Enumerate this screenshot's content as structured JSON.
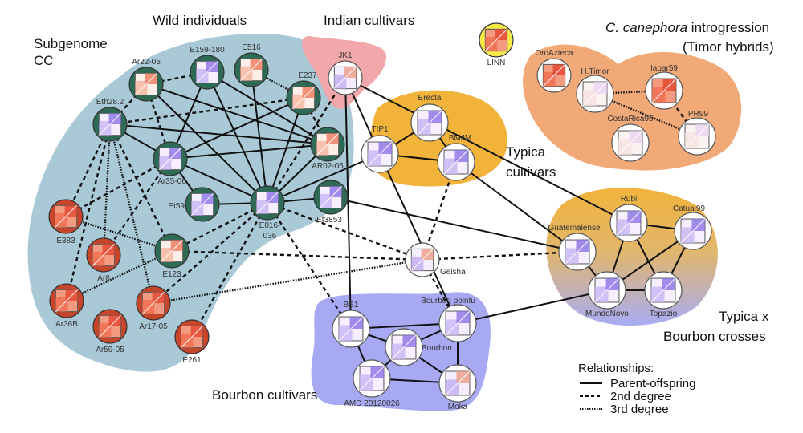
{
  "groups": {
    "wild": {
      "label": "Wild individuals",
      "color": "#a9c9d6"
    },
    "subgenome": {
      "label_line1": "Subgenome",
      "label_line2": "CC"
    },
    "indian": {
      "label": "Indian cultivars",
      "color": "#f2a7aa"
    },
    "typica": {
      "label_line1": "Typica",
      "label_line2": "cultivars",
      "color": "#f1b33a"
    },
    "canephora": {
      "label_italic": "C. canephora",
      "label_rest": " introgression",
      "label_line2": "(Timor hybrids)",
      "color": "#f2a978"
    },
    "crosses": {
      "label_line1": "Typica x",
      "label_line2": "Bourbon crosses",
      "color_top": "#f1b33a",
      "color_bottom": "#a9acf5"
    },
    "bourbon": {
      "label": "Bourbon cultivars",
      "color": "#a7aaf3"
    }
  },
  "node_styles": {
    "green": "#2e6b57",
    "red": "#c7462b",
    "white": "#ffffff",
    "yellow": "#f5ea4a"
  },
  "nodes": [
    {
      "id": "Ar22-05",
      "label": "Ar22-05",
      "style": "green",
      "heat": "red"
    },
    {
      "id": "E159-180",
      "label": "E159-180",
      "style": "green",
      "heat": "blue"
    },
    {
      "id": "E516",
      "label": "E516",
      "style": "green",
      "heat": "red"
    },
    {
      "id": "E237",
      "label": "E237",
      "style": "green",
      "heat": "red"
    },
    {
      "id": "Eth28.2",
      "label": "Eth28.2",
      "style": "green",
      "heat": "blue"
    },
    {
      "id": "Ar35-06",
      "label": "Ar35-06",
      "style": "green",
      "heat": "blue"
    },
    {
      "id": "AR02-05",
      "label": "AR02-05",
      "style": "green",
      "heat": "red"
    },
    {
      "id": "Et59",
      "label": "Et59",
      "style": "green",
      "heat": "blue"
    },
    {
      "id": "E016-036",
      "label": "E016-036",
      "label_line1": "E016-",
      "label_line2": "036",
      "style": "green",
      "heat": "blue"
    },
    {
      "id": "Et3853",
      "label": "Et3853",
      "style": "green",
      "heat": "blue"
    },
    {
      "id": "E123",
      "label": "E123",
      "style": "green",
      "heat": "red"
    },
    {
      "id": "E383",
      "label": "E383",
      "style": "red",
      "heat": "solidred"
    },
    {
      "id": "Ar8",
      "label": "Ar8",
      "style": "red",
      "heat": "solidred"
    },
    {
      "id": "Ar36B",
      "label": "Ar36B",
      "style": "red",
      "heat": "solidred"
    },
    {
      "id": "Ar59-05",
      "label": "Ar59-05",
      "style": "red",
      "heat": "solidred"
    },
    {
      "id": "Ar17-05",
      "label": "Ar17-05",
      "style": "red",
      "heat": "solidred"
    },
    {
      "id": "E261",
      "label": "E261",
      "style": "red",
      "heat": "solidred"
    },
    {
      "id": "JK1",
      "label": "JK1",
      "style": "white",
      "heat": "mixed"
    },
    {
      "id": "LINN",
      "label": "LINN",
      "style": "yellow",
      "heat": "solidred"
    },
    {
      "id": "Erecta",
      "label": "Erecta",
      "style": "white",
      "heat": "blue"
    },
    {
      "id": "TIP1",
      "label": "TIP1",
      "style": "white",
      "heat": "blue"
    },
    {
      "id": "BMJM",
      "label": "BMJM",
      "style": "white",
      "heat": "blue"
    },
    {
      "id": "OroAzteca",
      "label": "OroAzteca",
      "style": "white",
      "heat": "solidred"
    },
    {
      "id": "H.Timor",
      "label": "H.Timor",
      "style": "white",
      "heat": "pale"
    },
    {
      "id": "Iapar59",
      "label": "Iapar59",
      "style": "white",
      "heat": "solidred"
    },
    {
      "id": "IPR99",
      "label": "IPR99",
      "style": "white",
      "heat": "pale"
    },
    {
      "id": "CostaRica95",
      "label": "CostaRica95",
      "style": "white",
      "heat": "pale"
    },
    {
      "id": "Geisha",
      "label": "Geisha",
      "style": "white",
      "heat": "mixed"
    },
    {
      "id": "Guatemalense",
      "label": "Guatemalense",
      "style": "white",
      "heat": "blue"
    },
    {
      "id": "Rubi",
      "label": "Rubi",
      "style": "white",
      "heat": "blue"
    },
    {
      "id": "Catuai99",
      "label": "Catuai99",
      "style": "white",
      "heat": "blue"
    },
    {
      "id": "MundoNovo",
      "label": "MundoNovo",
      "style": "white",
      "heat": "blue"
    },
    {
      "id": "Topazio",
      "label": "Topazio",
      "style": "white",
      "heat": "blue"
    },
    {
      "id": "BB1",
      "label": "BB1",
      "style": "white",
      "heat": "blue"
    },
    {
      "id": "Bourbon pointu",
      "label": "Bourbon pointu",
      "style": "white",
      "heat": "blue"
    },
    {
      "id": "Bourbon",
      "label": "Bourbon",
      "style": "white",
      "heat": "blue"
    },
    {
      "id": "AMD 20120026",
      "label": "AMD 20120026",
      "style": "white",
      "heat": "blue"
    },
    {
      "id": "Moka",
      "label": "Moka",
      "style": "white",
      "heat": "mixed"
    }
  ],
  "edges": [
    {
      "a": "Ar22-05",
      "b": "AR02-05",
      "type": "parent"
    },
    {
      "a": "Ar22-05",
      "b": "E016-036",
      "type": "parent"
    },
    {
      "a": "Ar22-05",
      "b": "E159-180",
      "type": "second"
    },
    {
      "a": "Ar22-05",
      "b": "Ar35-06",
      "type": "second"
    },
    {
      "a": "Eth28.2",
      "b": "Ar22-05",
      "type": "second"
    },
    {
      "a": "E159-180",
      "b": "Ar35-06",
      "type": "parent"
    },
    {
      "a": "E159-180",
      "b": "E016-036",
      "type": "parent"
    },
    {
      "a": "E159-180",
      "b": "AR02-05",
      "type": "parent"
    },
    {
      "a": "E516",
      "b": "E016-036",
      "type": "parent"
    },
    {
      "a": "E516",
      "b": "E237",
      "type": "third"
    },
    {
      "a": "E237",
      "b": "Ar35-06",
      "type": "parent"
    },
    {
      "a": "E237",
      "b": "E016-036",
      "type": "parent"
    },
    {
      "a": "E237",
      "b": "Eth28.2",
      "type": "second"
    },
    {
      "a": "E237",
      "b": "AR02-05",
      "type": "second"
    },
    {
      "a": "Eth28.2",
      "b": "Ar35-06",
      "type": "parent"
    },
    {
      "a": "Eth28.2",
      "b": "AR02-05",
      "type": "parent"
    },
    {
      "a": "Eth28.2",
      "b": "E383",
      "type": "second"
    },
    {
      "a": "Eth28.2",
      "b": "Ar8",
      "type": "third"
    },
    {
      "a": "Eth28.2",
      "b": "Ar36B",
      "type": "second"
    },
    {
      "a": "Eth28.2",
      "b": "E123",
      "type": "second"
    },
    {
      "a": "Eth28.2",
      "b": "Ar17-05",
      "type": "third"
    },
    {
      "a": "Ar35-06",
      "b": "AR02-05",
      "type": "parent"
    },
    {
      "a": "Ar35-06",
      "b": "E016-036",
      "type": "parent"
    },
    {
      "a": "Ar35-06",
      "b": "Et59",
      "type": "parent"
    },
    {
      "a": "Ar35-06",
      "b": "E383",
      "type": "second"
    },
    {
      "a": "Ar35-06",
      "b": "Ar8",
      "type": "second"
    },
    {
      "a": "Et59",
      "b": "E016-036",
      "type": "parent"
    },
    {
      "a": "AR02-05",
      "b": "E016-036",
      "type": "parent"
    },
    {
      "a": "E016-036",
      "b": "Et3853",
      "type": "parent"
    },
    {
      "a": "E016-036",
      "b": "E123",
      "type": "second"
    },
    {
      "a": "E016-036",
      "b": "Ar17-05",
      "type": "second"
    },
    {
      "a": "E016-036",
      "b": "E261",
      "type": "second"
    },
    {
      "a": "E016-036",
      "b": "TIP1",
      "type": "parent"
    },
    {
      "a": "E016-036",
      "b": "Geisha",
      "type": "second"
    },
    {
      "a": "E016-036",
      "b": "BB1",
      "type": "second"
    },
    {
      "a": "E016-036",
      "b": "JK1",
      "type": "second"
    },
    {
      "a": "Et3853",
      "b": "Guatemalense",
      "type": "parent"
    },
    {
      "a": "E383",
      "b": "E123",
      "type": "third"
    },
    {
      "a": "E123",
      "b": "Ar36B",
      "type": "third"
    },
    {
      "a": "E123",
      "b": "Geisha",
      "type": "second"
    },
    {
      "a": "Ar17-05",
      "b": "Geisha",
      "type": "third"
    },
    {
      "a": "JK1",
      "b": "TIP1",
      "type": "parent"
    },
    {
      "a": "JK1",
      "b": "BB1",
      "type": "parent"
    },
    {
      "a": "JK1",
      "b": "Rubi",
      "type": "parent"
    },
    {
      "a": "TIP1",
      "b": "Erecta",
      "type": "parent"
    },
    {
      "a": "TIP1",
      "b": "BMJM",
      "type": "parent"
    },
    {
      "a": "Erecta",
      "b": "BMJM",
      "type": "parent"
    },
    {
      "a": "TIP1",
      "b": "Bourbon pointu",
      "type": "parent"
    },
    {
      "a": "BMJM",
      "b": "Geisha",
      "type": "second"
    },
    {
      "a": "BMJM",
      "b": "Guatemalense",
      "type": "parent"
    },
    {
      "a": "Geisha",
      "b": "Guatemalense",
      "type": "second"
    },
    {
      "a": "Geisha",
      "b": "Bourbon pointu",
      "type": "second"
    },
    {
      "a": "H.Timor",
      "b": "Iapar59",
      "type": "third"
    },
    {
      "a": "H.Timor",
      "b": "IPR99",
      "type": "third"
    },
    {
      "a": "Iapar59",
      "b": "IPR99",
      "type": "second"
    },
    {
      "a": "Guatemalense",
      "b": "MundoNovo",
      "type": "parent"
    },
    {
      "a": "Rubi",
      "b": "Catuai99",
      "type": "parent"
    },
    {
      "a": "Rubi",
      "b": "MundoNovo",
      "type": "parent"
    },
    {
      "a": "Rubi",
      "b": "Topazio",
      "type": "parent"
    },
    {
      "a": "Catuai99",
      "b": "MundoNovo",
      "type": "parent"
    },
    {
      "a": "Catuai99",
      "b": "Topazio",
      "type": "parent"
    },
    {
      "a": "MundoNovo",
      "b": "Topazio",
      "type": "parent"
    },
    {
      "a": "Bourbon pointu",
      "b": "MundoNovo",
      "type": "parent"
    },
    {
      "a": "BB1",
      "b": "Bourbon pointu",
      "type": "parent"
    },
    {
      "a": "BB1",
      "b": "Bourbon",
      "type": "parent"
    },
    {
      "a": "BB1",
      "b": "AMD 20120026",
      "type": "parent"
    },
    {
      "a": "Bourbon",
      "b": "Bourbon pointu",
      "type": "parent"
    },
    {
      "a": "Bourbon",
      "b": "AMD 20120026",
      "type": "parent"
    },
    {
      "a": "Bourbon",
      "b": "Moka",
      "type": "parent"
    },
    {
      "a": "AMD 20120026",
      "b": "Moka",
      "type": "parent"
    },
    {
      "a": "Bourbon pointu",
      "b": "Moka",
      "type": "parent"
    }
  ],
  "legend": {
    "title": "Relationships:",
    "items": [
      {
        "type": "parent",
        "label": "Parent-offspring"
      },
      {
        "type": "second",
        "label": "2nd degree"
      },
      {
        "type": "third",
        "label": "3rd degree"
      }
    ]
  }
}
